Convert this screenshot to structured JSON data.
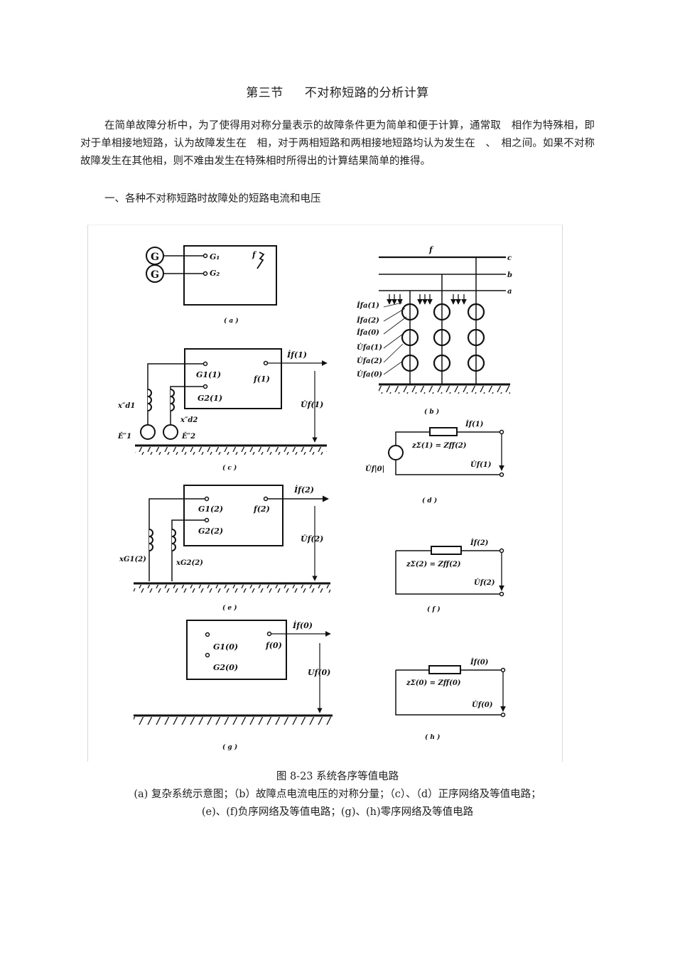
{
  "section_title": {
    "part1": "第三节",
    "part2": "不对称短路的分析计算"
  },
  "paragraph": "在简单故障分析中，为了使得用对称分量表示的故障条件更为简单和便于计算，通常取　相作为特殊相，即对于单相接地短路，认为故障发生在　相，对于两相短路和两相接地短路均认为发生在　、　相之间。如果不对称故障发生在其他相，则不难由发生在特殊相时所得出的计算结果简单的推得。",
  "heading": "一、各种不对称短路时故障处的短路电流和电压",
  "figure": {
    "panels": {
      "a": {
        "label": "( a )",
        "g_symbol": "G",
        "nodes": [
          "G₁",
          "G₂"
        ],
        "fault": "f"
      },
      "b": {
        "label": "( b )",
        "fault": "f",
        "phases": [
          "c",
          "b",
          "a"
        ],
        "components": [
          "İfa(1)",
          "İfa(2)",
          "İfa(0)",
          "U̇fa(1)",
          "U̇fa(2)",
          "U̇fa(0)"
        ]
      },
      "c": {
        "label": "( c )",
        "nodes": [
          "G1(1)",
          "G2(1)"
        ],
        "fault_node": "f(1)",
        "current": "İf(1)",
        "voltage": "U̇f(1)",
        "reactances": [
          "x″d1",
          "x″d2"
        ],
        "emfs": [
          "Ė″1",
          "Ė″2"
        ]
      },
      "d": {
        "label": "( d )",
        "source": "U̇f|0|",
        "impedance": "zΣ(1) = Zff(2)",
        "current": "İf(1)",
        "voltage": "U̇f(1)"
      },
      "e": {
        "label": "( e )",
        "nodes": [
          "G1(2)",
          "G2(2)"
        ],
        "fault_node": "f(2)",
        "current": "İf(2)",
        "voltage": "U̇f(2)",
        "reactances": [
          "xG1(2)",
          "xG2(2)"
        ]
      },
      "f": {
        "label": "( f )",
        "impedance": "zΣ(2) = Zff(2)",
        "current": "İf(2)",
        "voltage": "U̇f(2)"
      },
      "g": {
        "label": "( g )",
        "nodes": [
          "G1(0)",
          "G2(0)"
        ],
        "fault_node": "f(0)",
        "current": "İf(0)",
        "voltage": "Uf(0)"
      },
      "h": {
        "label": "( h )",
        "impedance": "zΣ(0) = Zff(0)",
        "current": "İf(0)",
        "voltage": "U̇f(0)"
      }
    }
  },
  "caption": {
    "title": "图 8-23  系统各序等值电路",
    "line2": "(a)  复杂系统示意图；（b）故障点电流电压的对称分量；（c）、（d）正序网络及等值电路；",
    "line3": "(e)、(f)负序网络及等值电路；(g)、(h)零序网络及等值电路"
  }
}
